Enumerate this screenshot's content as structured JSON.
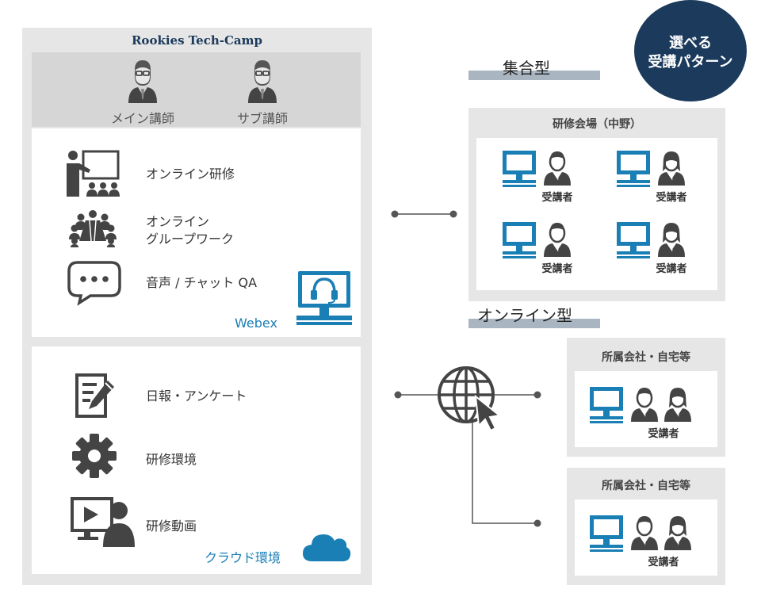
{
  "badge": {
    "line1": "選べる",
    "line2": "受講パターン",
    "color": "#1b3a5c"
  },
  "left_panel": {
    "title": "Rookies Tech-Camp",
    "title_color": "#1b3a5c",
    "instructors": [
      {
        "label": "メイン講師",
        "icon": "instructor-icon"
      },
      {
        "label": "サブ講師",
        "icon": "instructor-icon"
      }
    ],
    "online_section": {
      "items": [
        {
          "label": "オンライン研修",
          "icon": "presentation-icon"
        },
        {
          "label_line1": "オンライン",
          "label_line2": "グループワーク",
          "icon": "group-work-icon"
        },
        {
          "label": "音声 / チャット QA",
          "icon": "chat-bubble-icon"
        }
      ],
      "tool_label": "Webex",
      "tool_icon": "headset-monitor-icon",
      "accent": "#1a7fb5"
    },
    "cloud_section": {
      "items": [
        {
          "label": "日報・アンケート",
          "icon": "report-edit-icon"
        },
        {
          "label": "研修環境",
          "icon": "gear-icon"
        },
        {
          "label": "研修動画",
          "icon": "video-user-icon"
        }
      ],
      "tool_label": "クラウド環境",
      "tool_icon": "cloud-icon"
    }
  },
  "classroom": {
    "heading": "集合型",
    "venue_title": "研修会場（中野）",
    "seats": [
      {
        "label": "受講者",
        "icon": "male-learner-icon"
      },
      {
        "label": "受講者",
        "icon": "female-learner-icon"
      },
      {
        "label": "受講者",
        "icon": "male-learner-icon"
      },
      {
        "label": "受講者",
        "icon": "female-learner-icon"
      }
    ]
  },
  "online": {
    "heading": "オンライン型",
    "network_icon": "globe-cursor-icon",
    "locations": [
      {
        "title": "所属会社・自宅等",
        "label": "受講者"
      },
      {
        "title": "所属会社・自宅等",
        "label": "受講者"
      }
    ]
  }
}
